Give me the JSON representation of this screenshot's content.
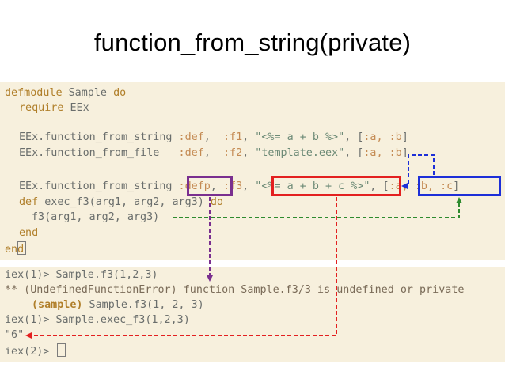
{
  "slide": {
    "title": "function_from_string(private)"
  },
  "code": {
    "l1_kw": "defmodule",
    "l1_rest": " Sample ",
    "l1_do": "do",
    "l2_kw": "require",
    "l2_rest": " EEx",
    "l3_a": "EEx.function_from_string ",
    "l3_def": ":def",
    "l3_b": ",  ",
    "l3_f": ":f1",
    "l3_c": ", ",
    "l3_str": "\"<%= a + b %>\"",
    "l3_d": ", [",
    "l3_args": ":a, :b",
    "l3_e": "]",
    "l4_a": "EEx.function_from_file   ",
    "l4_def": ":def",
    "l4_b": ",  ",
    "l4_f": ":f2",
    "l4_c": ", ",
    "l4_str": "\"template.eex\"",
    "l4_d": ", [",
    "l4_args": ":a, :b",
    "l4_e": "]",
    "l5_a": "EEx.function_from_string ",
    "l5_def": ":defp",
    "l5_b": ", ",
    "l5_f": ":f3",
    "l5_c": ", ",
    "l5_str": "\"<%= a + b + c %>\"",
    "l5_d": ", [",
    "l5_args": ":a, :b, :c",
    "l5_e": "]",
    "l6_kw": "def",
    "l6_rest": " exec_f3(arg1, arg2, arg3) ",
    "l6_do": "do",
    "l7": "f3(arg1, arg2, arg3)",
    "l8_kw": "end",
    "l9_kw": "end"
  },
  "iex": {
    "l1": "iex(1)> Sample.f3(1,2,3)",
    "l2": "** (UndefinedFunctionError) function Sample.f3/3 is undefined or private",
    "l3_bold": "(sample)",
    "l3_rest": " Sample.f3(1, 2, 3)",
    "l4": "iex(1)> Sample.exec_f3(1,2,3)",
    "l5": "\"6\"",
    "l6": "iex(2)> "
  },
  "colors": {
    "panel_bg": "#f7f0dd",
    "keyword": "#b07f2a",
    "string": "#6c8a76",
    "atom": "#c48a52",
    "text": "#6a6e6c",
    "purple_box": "#7a2f8f",
    "red_box": "#e32020",
    "blue_box": "#1d2fd8",
    "green_arrow": "#2e8b2e"
  }
}
